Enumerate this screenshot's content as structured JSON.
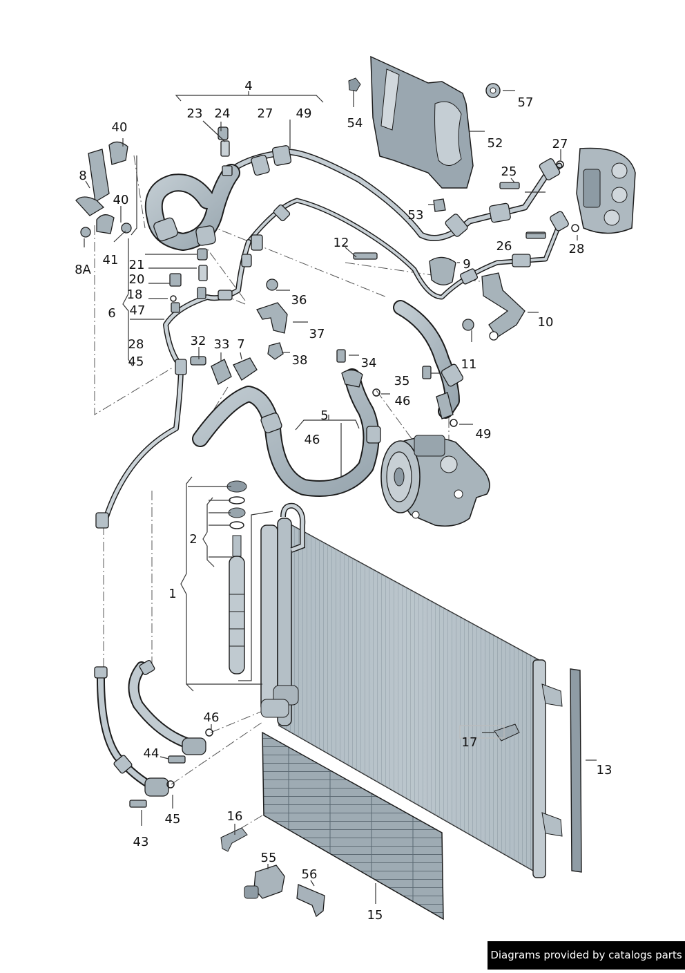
{
  "credit": "Diagrams provided by catalogs parts",
  "colors": {
    "part_fill": "#b9c4cb",
    "part_shade": "#8a98a2",
    "part_dark": "#5d6b75",
    "outline": "#1c1c1c",
    "leader": "#333333",
    "credit_bg": "#000000",
    "credit_text": "#ffffff"
  },
  "callouts": [
    {
      "id": "c4",
      "text": "4"
    },
    {
      "id": "c23",
      "text": "23"
    },
    {
      "id": "c24",
      "text": "24"
    },
    {
      "id": "c27a",
      "text": "27"
    },
    {
      "id": "c49a",
      "text": "49"
    },
    {
      "id": "c54",
      "text": "54"
    },
    {
      "id": "c57",
      "text": "57"
    },
    {
      "id": "c52",
      "text": "52"
    },
    {
      "id": "c40a",
      "text": "40"
    },
    {
      "id": "c8",
      "text": "8"
    },
    {
      "id": "c40b",
      "text": "40"
    },
    {
      "id": "c41",
      "text": "41"
    },
    {
      "id": "c8A",
      "text": "8A"
    },
    {
      "id": "c25",
      "text": "25"
    },
    {
      "id": "c27b",
      "text": "27"
    },
    {
      "id": "c53",
      "text": "53"
    },
    {
      "id": "c26",
      "text": "26"
    },
    {
      "id": "c28a",
      "text": "28"
    },
    {
      "id": "c12",
      "text": "12"
    },
    {
      "id": "c9",
      "text": "9"
    },
    {
      "id": "c21",
      "text": "21"
    },
    {
      "id": "c20",
      "text": "20"
    },
    {
      "id": "c18",
      "text": "18"
    },
    {
      "id": "c6",
      "text": "6"
    },
    {
      "id": "c47",
      "text": "47"
    },
    {
      "id": "c28b",
      "text": "28"
    },
    {
      "id": "c45a",
      "text": "45"
    },
    {
      "id": "c36",
      "text": "36"
    },
    {
      "id": "c37",
      "text": "37"
    },
    {
      "id": "c38",
      "text": "38"
    },
    {
      "id": "c10",
      "text": "10"
    },
    {
      "id": "c11",
      "text": "11"
    },
    {
      "id": "c32",
      "text": "32"
    },
    {
      "id": "c33",
      "text": "33"
    },
    {
      "id": "c7",
      "text": "7"
    },
    {
      "id": "c34",
      "text": "34"
    },
    {
      "id": "c35",
      "text": "35"
    },
    {
      "id": "c46a",
      "text": "46"
    },
    {
      "id": "c5",
      "text": "5"
    },
    {
      "id": "c46b",
      "text": "46"
    },
    {
      "id": "c49b",
      "text": "49"
    },
    {
      "id": "c2",
      "text": "2"
    },
    {
      "id": "c1",
      "text": "1"
    },
    {
      "id": "c46c",
      "text": "46"
    },
    {
      "id": "c17",
      "text": "17"
    },
    {
      "id": "c13",
      "text": "13"
    },
    {
      "id": "c44",
      "text": "44"
    },
    {
      "id": "c45b",
      "text": "45"
    },
    {
      "id": "c43",
      "text": "43"
    },
    {
      "id": "c16",
      "text": "16"
    },
    {
      "id": "c55",
      "text": "55"
    },
    {
      "id": "c56",
      "text": "56"
    },
    {
      "id": "c15",
      "text": "15"
    }
  ]
}
